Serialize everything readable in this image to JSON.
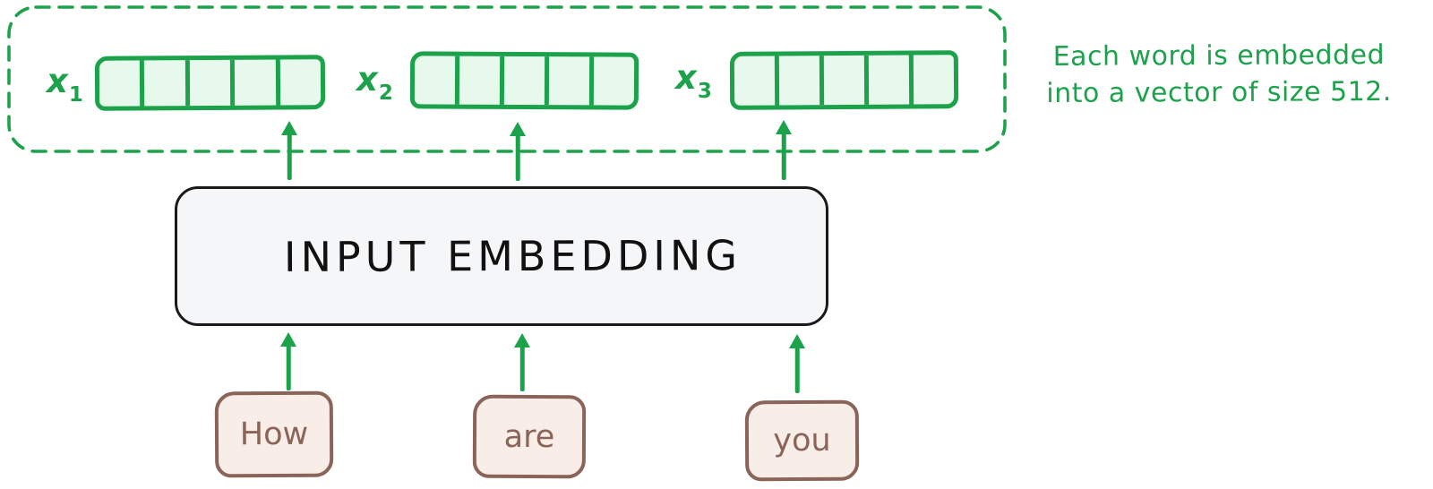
{
  "annotation": {
    "line1": "Each word is embedded",
    "line2": "into a vector of size 512."
  },
  "vectors": [
    {
      "symbol": "x",
      "subscript": "1"
    },
    {
      "symbol": "x",
      "subscript": "2"
    },
    {
      "symbol": "x",
      "subscript": "3"
    }
  ],
  "vector_cells": 5,
  "embedding_block": {
    "label": "INPUT EMBEDDING"
  },
  "words": [
    "How",
    "are",
    "you"
  ],
  "colors": {
    "green": "#1da24c",
    "green_fill": "#e7f8ec",
    "brown": "#8a6458",
    "brown_fill": "#f9ede8",
    "block_fill": "#f5f6f8",
    "block_border": "#1a1a1a"
  }
}
